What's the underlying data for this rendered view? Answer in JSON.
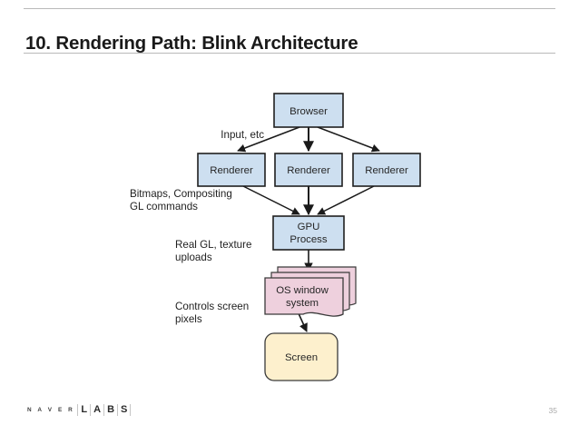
{
  "slide": {
    "title": "10. Rendering Path: Blink Architecture",
    "page_number": "35"
  },
  "footer": {
    "brand_primary": "N A V E R",
    "brand_marks": [
      "L",
      "A",
      "B",
      "S"
    ]
  },
  "colors": {
    "process_fill": "#cddff0",
    "process_stroke": "#1f1f1f",
    "window_fill": "#eed0dd",
    "window_stroke": "#3a3a3a",
    "screen_fill": "#fdf0cd",
    "screen_stroke": "#3a3a3a",
    "edge": "#1a1a1a",
    "rule": "#b9b9b9",
    "title": "#1a1a1a"
  },
  "diagram": {
    "type": "flow-diagram",
    "nodes": [
      {
        "id": "browser",
        "label": "Browser",
        "shape": "rect",
        "style": "process"
      },
      {
        "id": "renderer1",
        "label": "Renderer",
        "shape": "rect",
        "style": "process"
      },
      {
        "id": "renderer2",
        "label": "Renderer",
        "shape": "rect",
        "style": "process"
      },
      {
        "id": "renderer3",
        "label": "Renderer",
        "shape": "rect",
        "style": "process"
      },
      {
        "id": "gpu",
        "label": "GPU\nProcess",
        "label_lines": [
          "GPU",
          "Process"
        ],
        "shape": "rect",
        "style": "process"
      },
      {
        "id": "oswindow",
        "label": "OS window\nsystem",
        "label_lines": [
          "OS window",
          "system"
        ],
        "shape": "document-stack",
        "style": "window"
      },
      {
        "id": "screen",
        "label": "Screen",
        "shape": "rounded-rect",
        "style": "screen"
      }
    ],
    "edges": [
      {
        "from": "browser",
        "to": "renderer1",
        "label": "Input, etc"
      },
      {
        "from": "browser",
        "to": "renderer2",
        "label": ""
      },
      {
        "from": "browser",
        "to": "renderer3",
        "label": ""
      },
      {
        "from": "renderer1",
        "to": "gpu",
        "label": "Bitmaps, Compositing\nGL commands"
      },
      {
        "from": "renderer2",
        "to": "gpu",
        "label": ""
      },
      {
        "from": "renderer3",
        "to": "gpu",
        "label": ""
      },
      {
        "from": "gpu",
        "to": "oswindow",
        "label": "Real GL, texture\nuploads"
      },
      {
        "from": "oswindow",
        "to": "screen",
        "label": "Controls screen\npixels"
      }
    ],
    "labels": {
      "browser": "Browser",
      "renderer1": "Renderer",
      "renderer2": "Renderer",
      "renderer3": "Renderer",
      "gpu_line1": "GPU",
      "gpu_line2": "Process",
      "oswindow_line1": "OS window",
      "oswindow_line2": "system",
      "screen": "Screen",
      "edge_input": "Input, etc",
      "edge_bitmaps_line1": "Bitmaps, Compositing",
      "edge_bitmaps_line2": "GL commands",
      "edge_realgl_line1": "Real GL, texture",
      "edge_realgl_line2": "uploads",
      "edge_controls_line1": "Controls screen",
      "edge_controls_line2": "pixels"
    }
  }
}
